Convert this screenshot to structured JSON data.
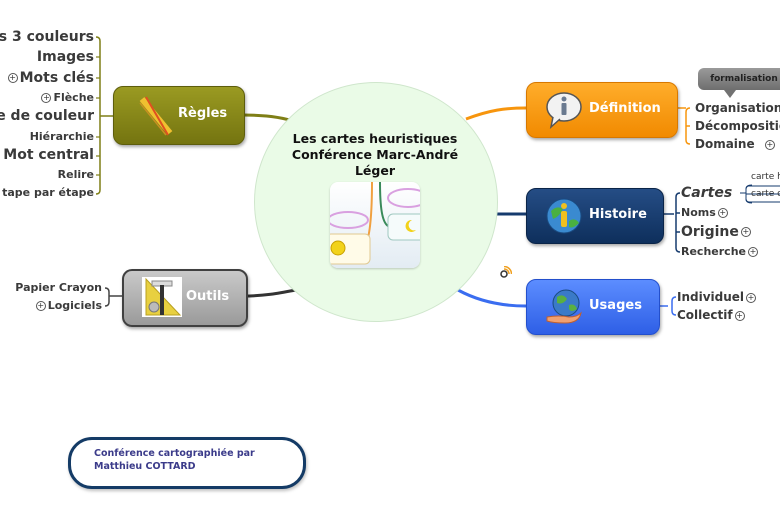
{
  "central": {
    "title_lines": [
      "Les cartes heuristiques",
      "Conférence Marc-André",
      "Léger"
    ],
    "image_icon": "mindmap-thumbnail-icon"
  },
  "branches": {
    "regles": {
      "label": "Règles",
      "color": "#7f7f16",
      "icon": "pencils-icon",
      "children": [
        {
          "label": "s 3 couleurs",
          "expandable": false
        },
        {
          "label": "Images",
          "expandable": false
        },
        {
          "label": "Mots clés",
          "expandable": true
        },
        {
          "label": "Flèche",
          "expandable": true
        },
        {
          "label": "e de couleur",
          "expandable": false
        },
        {
          "label": "Hiérarchie",
          "expandable": false
        },
        {
          "label": "Mot central",
          "expandable": false
        },
        {
          "label": "Relire",
          "expandable": false
        },
        {
          "label": "tape par étape",
          "expandable": false
        }
      ]
    },
    "outils": {
      "label": "Outils",
      "color": "#a8a8a8",
      "icon": "tools-icon",
      "children": [
        {
          "label": "Papier Crayon",
          "expandable": false
        },
        {
          "label": "Logiciels",
          "expandable": true
        }
      ]
    },
    "definition": {
      "label": "Définition",
      "color": "#f7950d",
      "icon": "info-bubble-icon",
      "callout": "formalisation",
      "children": [
        {
          "label": "Organisation",
          "expandable": false
        },
        {
          "label": "Décompositio",
          "expandable": false
        },
        {
          "label": "Domaine",
          "expandable": true
        }
      ]
    },
    "histoire": {
      "label": "Histoire",
      "color": "#163b6e",
      "icon": "globe-info-icon",
      "children": [
        {
          "label": "Cartes",
          "expandable": false,
          "notes": [
            "carte h",
            "carte c"
          ]
        },
        {
          "label": "Noms",
          "expandable": true
        },
        {
          "label": "Origine",
          "expandable": true
        },
        {
          "label": "Recherche",
          "expandable": true
        }
      ]
    },
    "usages": {
      "label": "Usages",
      "color": "#3a6df0",
      "icon": "globe-hand-icon",
      "children": [
        {
          "label": "Individuel",
          "expandable": true
        },
        {
          "label": "Collectif",
          "expandable": true
        }
      ]
    }
  },
  "credit": {
    "line1": "Conférence cartographiée par",
    "line2": "Matthieu COTTARD"
  },
  "plus_symbol": "+"
}
